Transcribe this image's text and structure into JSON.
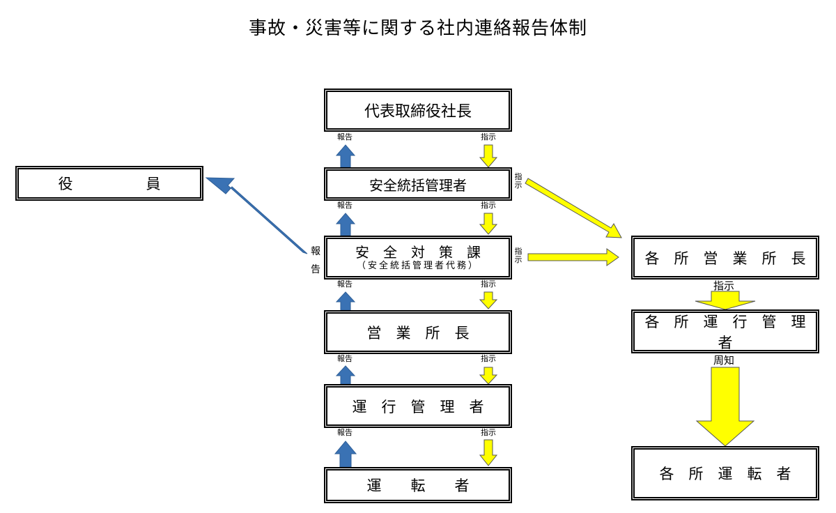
{
  "title": "事故・災害等に関する社内連絡報告体制",
  "colors": {
    "report_arrow": "#3a72b4",
    "instruction_arrow": "#ffff00",
    "arrow_stroke": "#555555",
    "box_border": "#000000"
  },
  "boxes": {
    "president": "代表取締役社長",
    "safety_manager": "安全統括管理者",
    "safety_section": "安　全　対　策　課",
    "safety_section_sub": "（安全統括管理者代務）",
    "branch_manager": "営　業　所　長",
    "operations_manager": "運　行　管　理　者",
    "driver": "運　　転　　者",
    "officers": "役　　　　　員",
    "all_branch_managers": "各　所　営　業　所　長",
    "all_operations_managers": "各　所　運　行　管　理　者",
    "all_drivers": "各　所　運　転　者"
  },
  "labels": {
    "report": "報告",
    "instruction": "指示",
    "notify": "周知"
  }
}
